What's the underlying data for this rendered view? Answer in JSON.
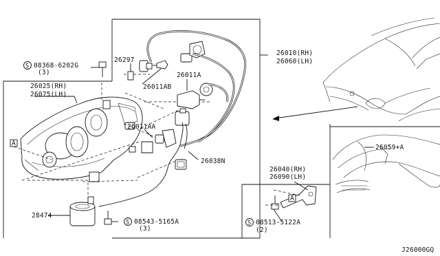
{
  "diagram": {
    "labels": {
      "p26297": "26297",
      "p26011ab": "26011AB",
      "p26011a": "26011A",
      "p26011aa": "26011AA",
      "p26038n": "26038N",
      "p26010": "26010(RH)",
      "p26060": "26060(LH)",
      "p26025": "26025(RH)",
      "p26075": "26075(LH)",
      "bolt1_code": "08368-6202G",
      "bolt1_qty": "(3)",
      "bolt2_code": "08543-5165A",
      "bolt2_qty": "(3)",
      "bolt3_code": "08513-5122A",
      "bolt3_qty": "(2)",
      "p28474": "28474",
      "p26040": "26040(RH)",
      "p26090": "26090(LH)",
      "p26059a": "26059+A",
      "ref_a1": "A",
      "ref_a2": "A",
      "s_mark": "S",
      "diagram_code": "J26000GQ"
    }
  }
}
